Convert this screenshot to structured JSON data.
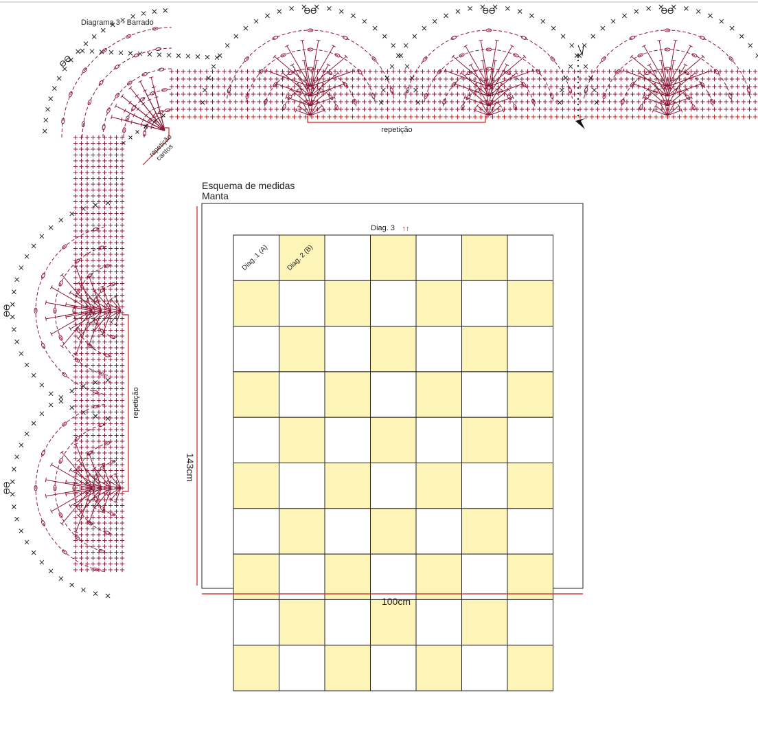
{
  "diagram_title": "Diagrama 3 - Barrado",
  "repeat_label": "repetição",
  "corner_label_line1": "repetição",
  "corner_label_line2": "cantos",
  "stitch_chain_symbol": "ƟƟ",
  "scheme_title": "Esquema de medidas",
  "scheme_subtitle": "Manta",
  "diag3_label": "Diag. 3",
  "diag3_arrows": "↑↑",
  "cell_a_label": "Diag. 1 (A)",
  "cell_b_label": "Diag. 2 (B)",
  "height_label": "143cm",
  "width_label": "100cm",
  "grid": {
    "rows": 10,
    "cols": 7
  },
  "colors": {
    "stitch": "#8a1a3a",
    "accent_red": "#cc1f1f",
    "square_yellow": "#fdf5b8",
    "square_white": "#ffffff",
    "outline": "#222222"
  }
}
